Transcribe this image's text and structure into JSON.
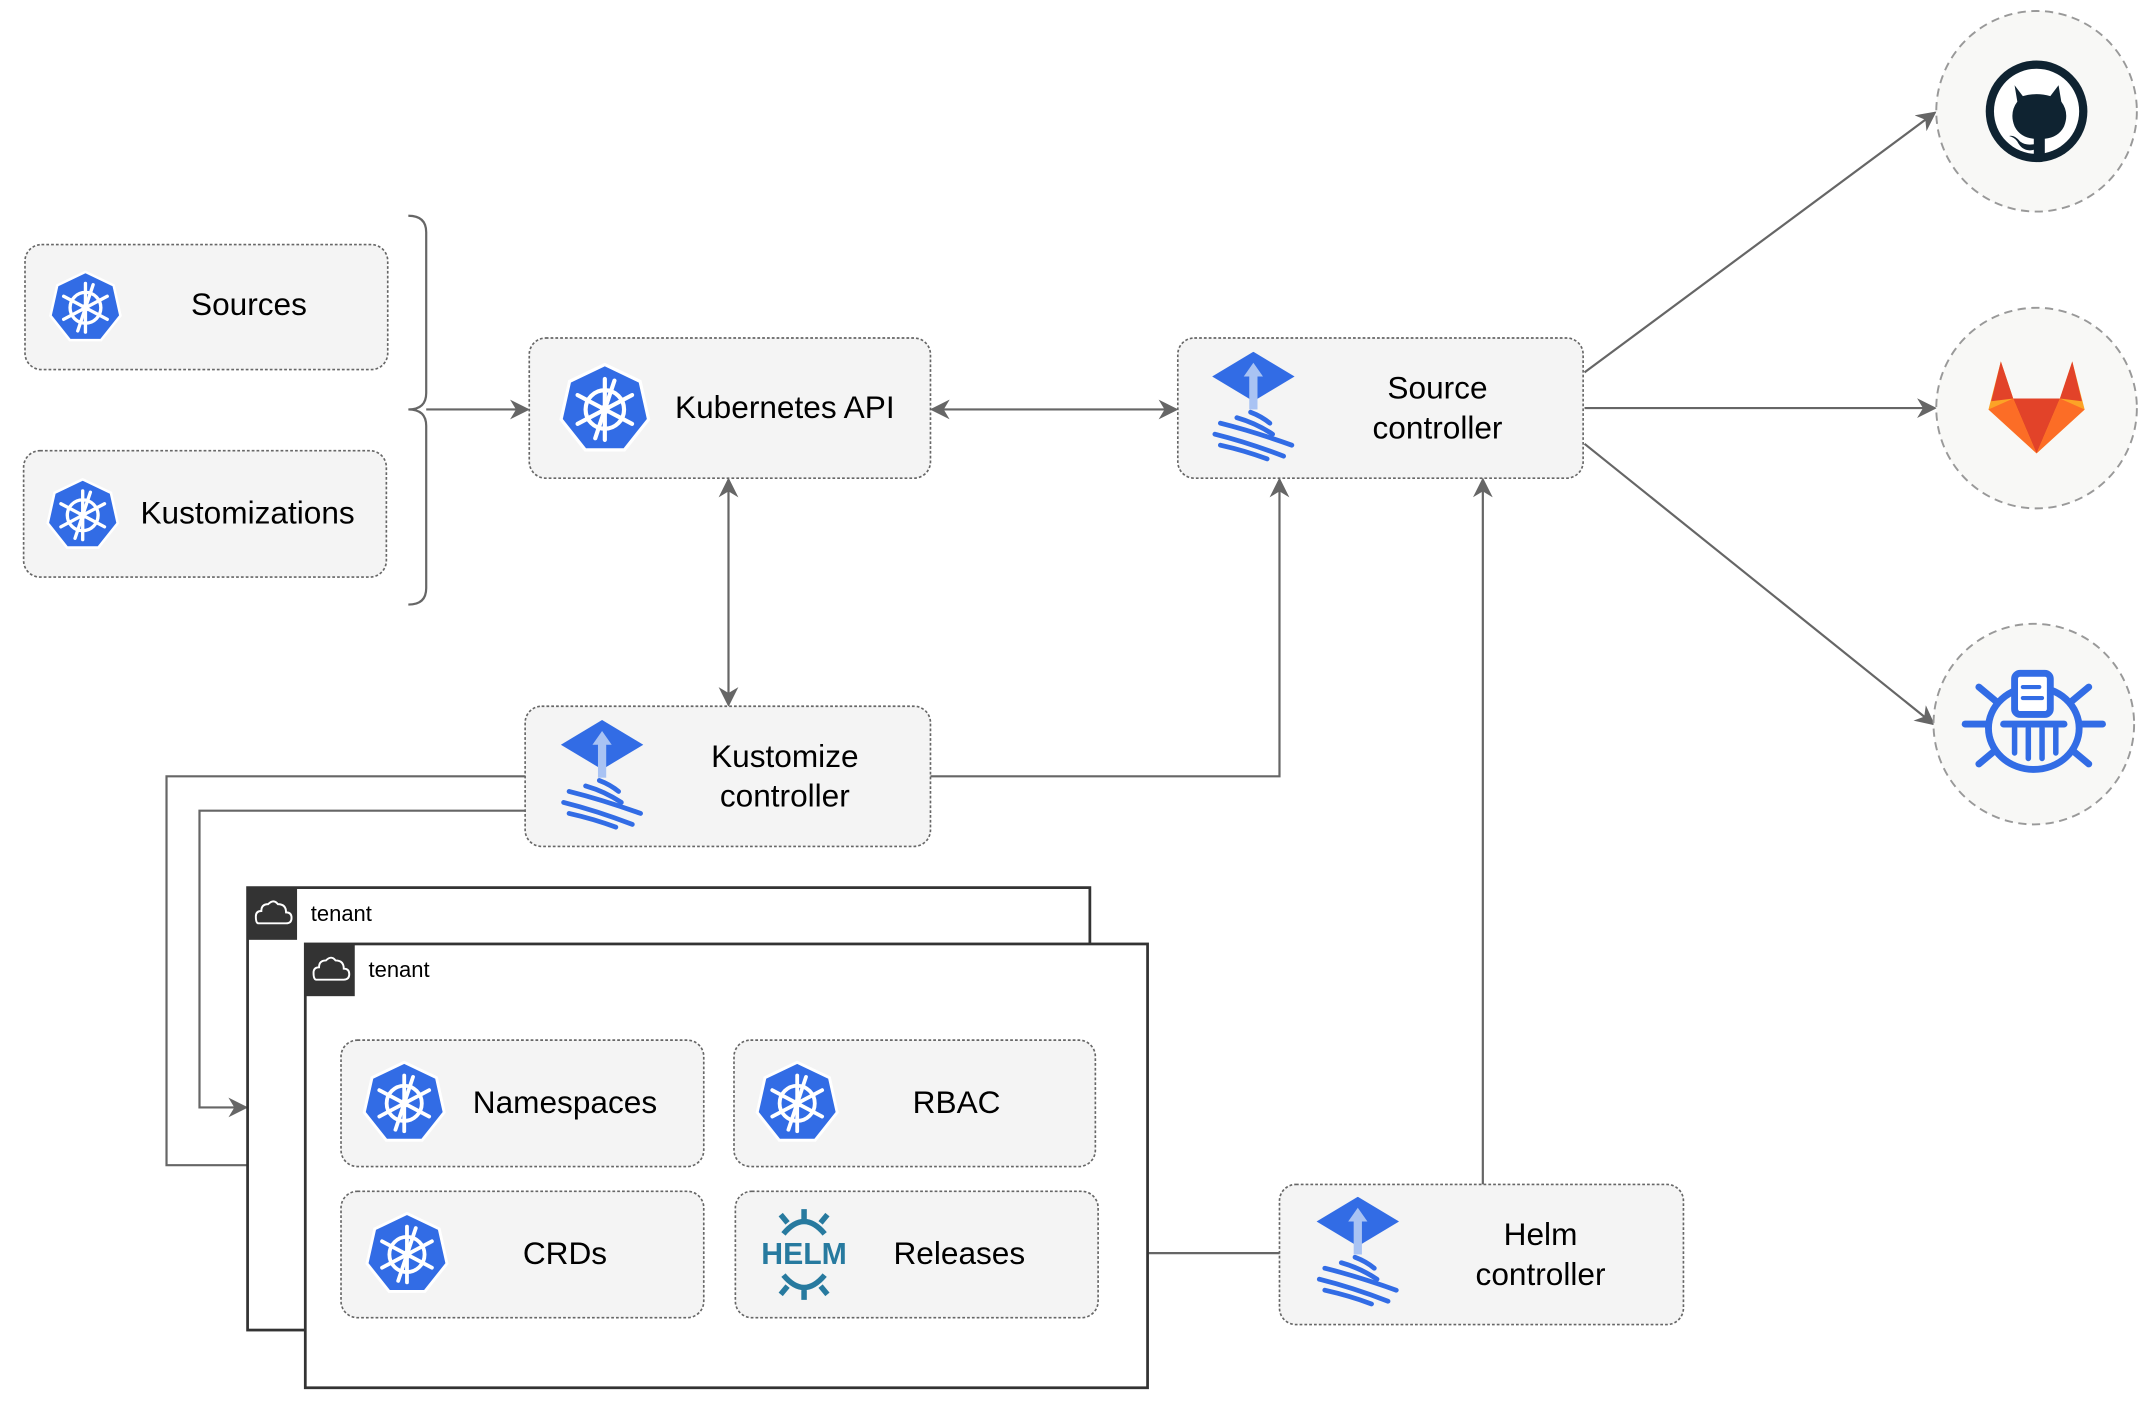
{
  "nodes": {
    "sources": "Sources",
    "kustomizations": "Kustomizations",
    "kubernetes_api": "Kubernetes API",
    "source_controller": [
      "Source",
      "controller"
    ],
    "kustomize_controller": [
      "Kustomize",
      "controller"
    ],
    "helm_controller": [
      "Helm",
      "controller"
    ],
    "namespaces": "Namespaces",
    "rbac": "RBAC",
    "crds": "CRDs",
    "releases": "Releases"
  },
  "tenants": [
    "tenant",
    "tenant"
  ],
  "helm_logo": "HELM",
  "external_sources": [
    "github-icon",
    "gitlab-icon",
    "bucket-icon"
  ],
  "colors": {
    "kubernetes": "#326CE5",
    "flux": "#326CE5",
    "helm": "#277A9F",
    "github": "#0F2331",
    "gitlab": "#E24329",
    "edge": "#666666"
  }
}
